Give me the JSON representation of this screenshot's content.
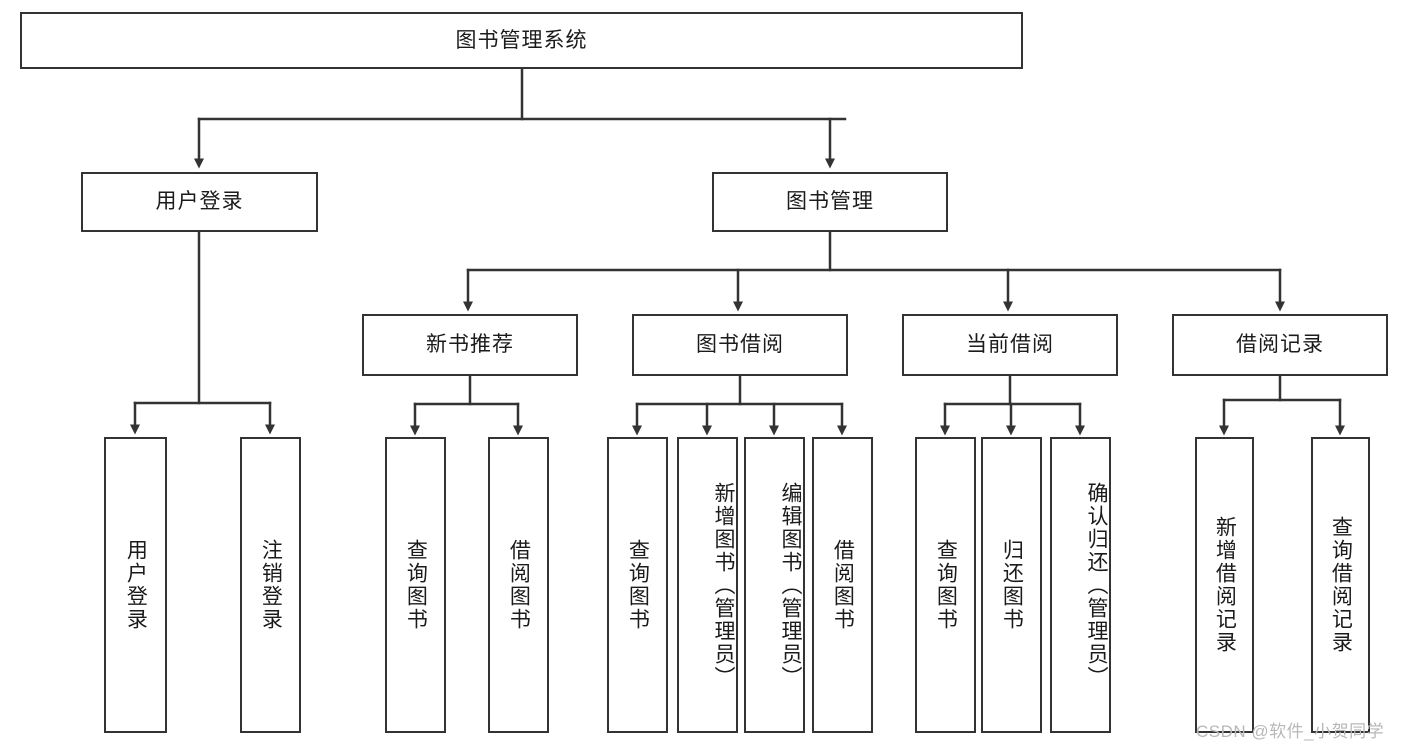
{
  "diagram": {
    "type": "hierarchy-tree",
    "title": "图书管理系统",
    "root": {
      "id": "root",
      "label": "图书管理系统",
      "orientation": "horizontal"
    },
    "level2": [
      {
        "id": "user-login",
        "label": "用户登录",
        "orientation": "horizontal"
      },
      {
        "id": "book-manage",
        "label": "图书管理",
        "orientation": "horizontal"
      }
    ],
    "level3": [
      {
        "id": "new-book-recommend",
        "label": "新书推荐",
        "orientation": "horizontal",
        "parent": "book-manage"
      },
      {
        "id": "book-borrow",
        "label": "图书借阅",
        "orientation": "horizontal",
        "parent": "book-manage"
      },
      {
        "id": "current-borrow",
        "label": "当前借阅",
        "orientation": "horizontal",
        "parent": "book-manage"
      },
      {
        "id": "borrow-record",
        "label": "借阅记录",
        "orientation": "horizontal",
        "parent": "book-manage"
      }
    ],
    "leaves": [
      {
        "id": "leaf-user-login",
        "label": "用户登录",
        "parent": "user-login"
      },
      {
        "id": "leaf-user-logout",
        "label": "注销登录",
        "parent": "user-login"
      },
      {
        "id": "leaf-query-book-rec",
        "label": "查询图书",
        "parent": "new-book-recommend"
      },
      {
        "id": "leaf-borrow-book-rec",
        "label": "借阅图书",
        "parent": "new-book-recommend"
      },
      {
        "id": "leaf-query-book-borrow",
        "label": "查询图书",
        "parent": "book-borrow"
      },
      {
        "id": "leaf-add-book-admin",
        "label": "新增图书（管理员）",
        "parent": "book-borrow"
      },
      {
        "id": "leaf-edit-book-admin",
        "label": "编辑图书（管理员）",
        "parent": "book-borrow"
      },
      {
        "id": "leaf-borrow-book",
        "label": "借阅图书",
        "parent": "book-borrow"
      },
      {
        "id": "leaf-query-book-current",
        "label": "查询图书",
        "parent": "current-borrow"
      },
      {
        "id": "leaf-return-book",
        "label": "归还图书",
        "parent": "current-borrow"
      },
      {
        "id": "leaf-confirm-return-admin",
        "label": "确认归还（管理员）",
        "parent": "current-borrow"
      },
      {
        "id": "leaf-add-borrow-record",
        "label": "新增借阅记录",
        "parent": "borrow-record"
      },
      {
        "id": "leaf-query-borrow-record",
        "label": "查询借阅记录",
        "parent": "borrow-record"
      }
    ],
    "colors": {
      "box_border": "#333333",
      "box_fill": "#ffffff",
      "connector": "#333333",
      "text": "#1b1b1b",
      "watermark": "#b8b8b8"
    }
  },
  "watermark": {
    "text": "CSDN @软件_小贺同学"
  }
}
